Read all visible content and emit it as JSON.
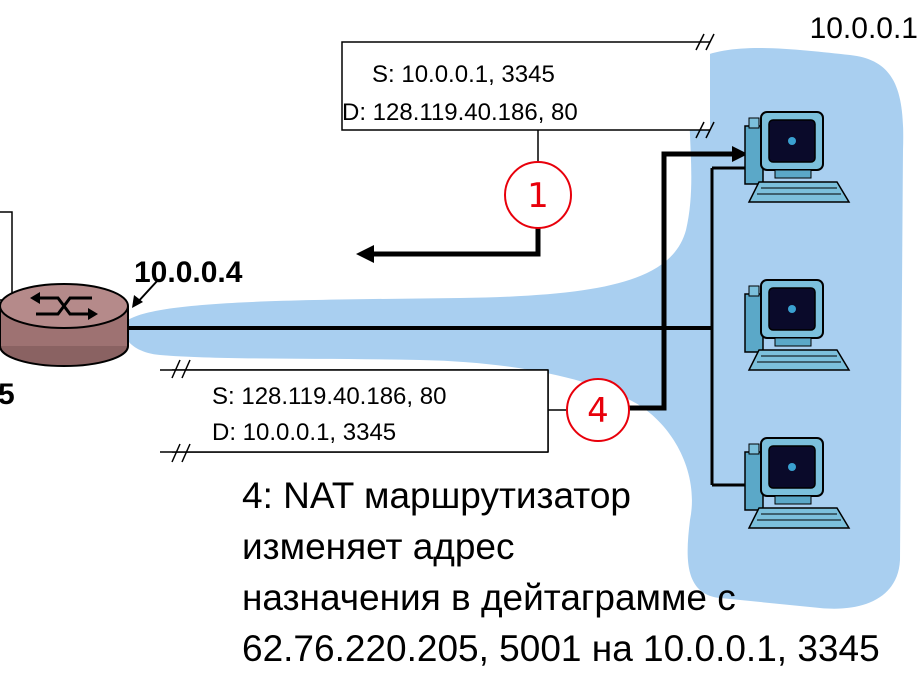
{
  "labels": {
    "host_ip": "10.0.0.1",
    "router_lan_ip": "10.0.0.4",
    "router_wan_ip_fragment": "5"
  },
  "packet_out": {
    "src": "S: 10.0.0.1, 3345",
    "dst": "D: 128.119.40.186, 80",
    "step": "1"
  },
  "packet_in": {
    "src": "S: 128.119.40.186, 80",
    "dst": "D: 10.0.0.1, 3345",
    "step": "4"
  },
  "caption": {
    "line1": "4: NAT маршрутизатор",
    "line2": "изменяет адрес",
    "line3": "назначения в дейтаграмме с",
    "line4": "62.76.220.205, 5001 на 10.0.0.1, 3345"
  },
  "colors": {
    "lan_area": "#a9cff0",
    "router_body": "#9e7272",
    "step_circle": "#e8000b"
  }
}
